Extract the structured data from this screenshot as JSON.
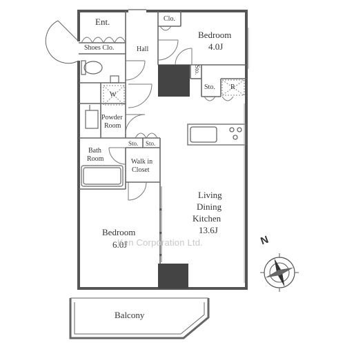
{
  "rooms": {
    "entrance": "Ent.",
    "shoes_closet": "Shoes Clo.",
    "hall": "Hall",
    "closet": "Clo.",
    "bedroom1_name": "Bedroom",
    "bedroom1_size": "4.0J",
    "storage_small": "Sto.",
    "storage_mid": "Sto.",
    "refrigerator": "R",
    "washer": "W",
    "powder_room_line1": "Powder",
    "powder_room_line2": "Room",
    "storage_left": "Sto.",
    "storage_right": "Sto.",
    "bath_room_line1": "Bath",
    "bath_room_line2": "Room",
    "walk_in_closet_line1": "Walk in",
    "walk_in_closet_line2": "Closet",
    "ldk_line1": "Living",
    "ldk_line2": "Dining",
    "ldk_line3": "Kitchen",
    "ldk_size": "13.6J",
    "bedroom2_name": "Bedroom",
    "bedroom2_size": "6.0J",
    "balcony": "Balcony"
  },
  "watermark": "Ken Corporation Ltd.",
  "compass": {
    "north_label": "N"
  },
  "colors": {
    "wall": "#555555",
    "column": "#444444",
    "line": "#666666"
  }
}
